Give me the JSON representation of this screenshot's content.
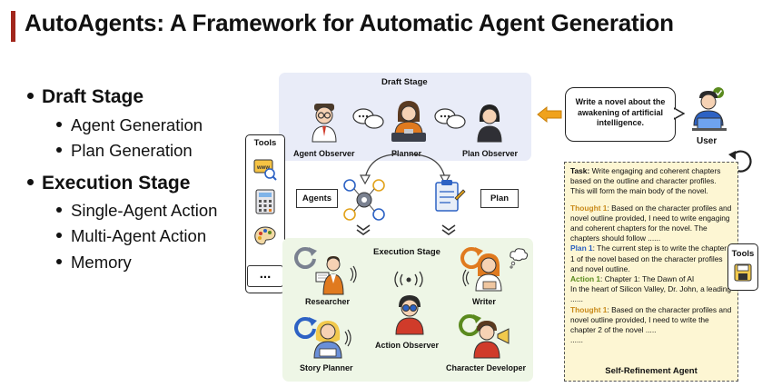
{
  "slide": {
    "title": "AutoAgents: A Framework for Automatic Agent Generation"
  },
  "outline": {
    "draft_stage": "Draft Stage",
    "draft_items": [
      "Agent Generation",
      "Plan Generation"
    ],
    "execution_stage": "Execution Stage",
    "execution_items": [
      "Single-Agent Action",
      "Multi-Agent Action",
      "Memory"
    ]
  },
  "diagram": {
    "draft_stage_title": "Draft Stage",
    "agent_observer": "Agent Observer",
    "planner": "Planner",
    "plan_observer": "Plan Observer",
    "agents_label": "Agents",
    "plan_label": "Plan",
    "execution_stage_title": "Execution Stage",
    "researcher": "Researcher",
    "writer": "Writer",
    "action_observer": "Action Observer",
    "story_planner": "Story Planner",
    "character_developer": "Character Developer",
    "tools_title": "Tools",
    "tools_more": "...",
    "user_label": "User",
    "user_request": "Write a novel about the awakening of artificial intelligence.",
    "tools_right_title": "Tools",
    "self_refinement": {
      "task_label": "Task:",
      "task_text": " Write engaging and coherent chapters based on the outline and character profiles. This will form the main body of the novel.",
      "thought1_label": "Thought 1",
      "thought1_text": ": Based on the character profiles and novel outline provided, I need to write engaging and coherent chapters for the novel. The chapters should follow ......",
      "plan1_label": "Plan 1",
      "plan1_text": ":  The current step is to write the chapter 1 of the novel based on the character profiles and novel outline.",
      "action1_label": "Action 1",
      "action1_text": ": Chapter 1: The Dawn of AI",
      "action1_body": "In the heart of Silicon Valley, Dr. John, a leading ......",
      "thought1b_label": "Thought 1",
      "thought1b_text": ": Based on the character profiles and novel outline provided, I need to write the chapter 2 of the novel  .....",
      "ellipsis": "......",
      "title": "Self-Refinement Agent"
    }
  },
  "colors": {
    "accent": "#a1261c",
    "draft_bg": "#e9ecf8",
    "execution_bg": "#eef6e6",
    "panel_bg": "#fdf6d3",
    "thought": "#c98a1a",
    "plan": "#2a60c0",
    "action": "#5a8a1e",
    "arrow_orange": "#f0a21c"
  }
}
